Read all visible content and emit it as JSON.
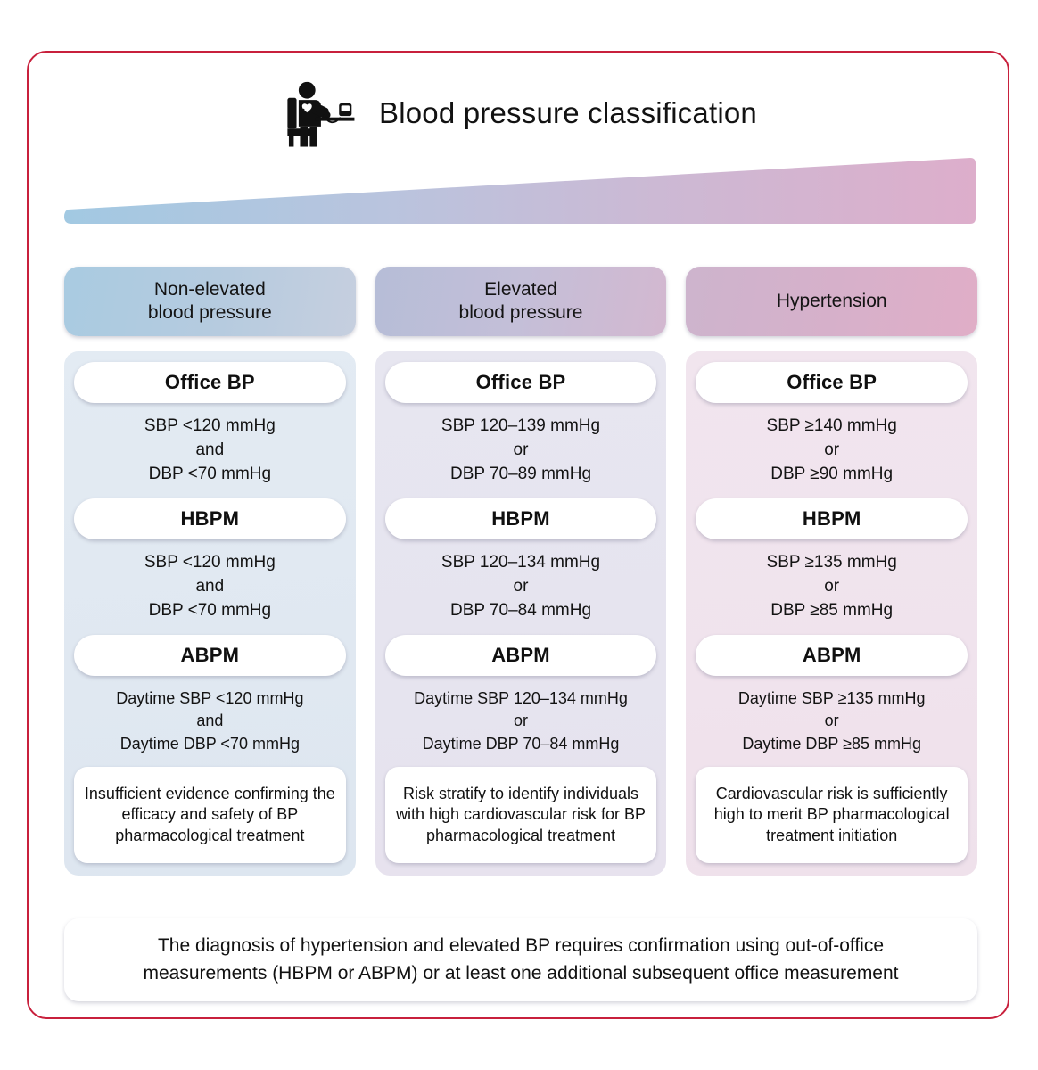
{
  "title": "Blood pressure classification",
  "icon": "seated-patient-bp-measurement-icon",
  "colors": {
    "frame_border": "#c8203c",
    "gradient_low": "#a9cbe1",
    "gradient_high": "#e0aec7",
    "column1_header_from": "#a9cbe1",
    "column1_header_to": "#c6cfdf",
    "column2_header_from": "#b6bdd7",
    "column2_header_to": "#d3b8d0",
    "column3_header_from": "#cdb4cd",
    "column3_header_to": "#e0aec7",
    "column1_body": "#e2eaf2",
    "column2_body": "#e7e4ef",
    "column3_body": "#f0e3ed"
  },
  "severity_bar": {
    "name": "severity-gradient-wedge",
    "direction": "increasing-left-to-right"
  },
  "columns": [
    {
      "header": "Non-elevated\nblood pressure",
      "header_line1": "Non-elevated",
      "header_line2": "blood pressure",
      "measurements": [
        {
          "method": "Office BP",
          "line1": "SBP <120 mmHg",
          "connector": "and",
          "line2": "DBP <70 mmHg"
        },
        {
          "method": "HBPM",
          "line1": "SBP <120 mmHg",
          "connector": "and",
          "line2": "DBP <70 mmHg"
        },
        {
          "method": "ABPM",
          "line1": "Daytime SBP <120 mmHg",
          "connector": "and",
          "line2": "Daytime DBP <70 mmHg"
        }
      ],
      "recommendation": "Insufficient evidence confirming the efficacy and safety of BP pharmacological treatment"
    },
    {
      "header": "Elevated\nblood pressure",
      "header_line1": "Elevated",
      "header_line2": "blood pressure",
      "measurements": [
        {
          "method": "Office BP",
          "line1": "SBP 120–139 mmHg",
          "connector": "or",
          "line2": "DBP 70–89 mmHg"
        },
        {
          "method": "HBPM",
          "line1": "SBP 120–134 mmHg",
          "connector": "or",
          "line2": "DBP 70–84 mmHg"
        },
        {
          "method": "ABPM",
          "line1": "Daytime SBP 120–134 mmHg",
          "connector": "or",
          "line2": "Daytime DBP 70–84 mmHg"
        }
      ],
      "recommendation": "Risk stratify to identify individuals with high cardiovascular risk for BP pharmacological treatment"
    },
    {
      "header": "Hypertension",
      "header_line1": "Hypertension",
      "header_line2": "",
      "measurements": [
        {
          "method": "Office BP",
          "line1": "SBP ≥140 mmHg",
          "connector": "or",
          "line2": "DBP ≥90 mmHg"
        },
        {
          "method": "HBPM",
          "line1": "SBP ≥135 mmHg",
          "connector": "or",
          "line2": "DBP ≥85 mmHg"
        },
        {
          "method": "ABPM",
          "line1": "Daytime SBP ≥135 mmHg",
          "connector": "or",
          "line2": "Daytime DBP ≥85 mmHg"
        }
      ],
      "recommendation": "Cardiovascular risk is sufficiently high to merit BP pharmacological treatment initiation"
    }
  ],
  "footer": {
    "line1": "The diagnosis of hypertension and elevated BP requires confirmation using out-of-office",
    "line2": "measurements  (HBPM or ABPM) or at least one additional subsequent office measurement"
  }
}
